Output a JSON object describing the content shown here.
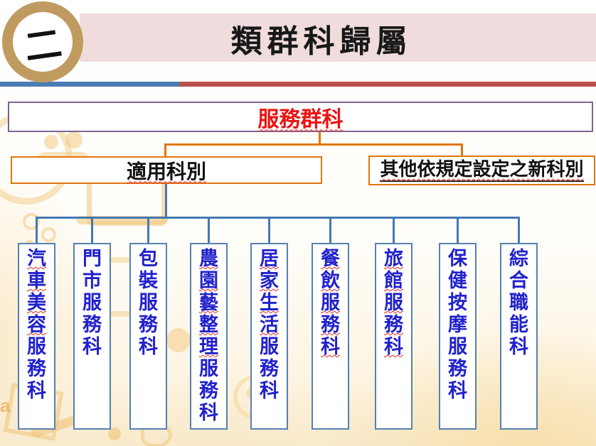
{
  "slide": {
    "badge": "二",
    "title": "類群科歸屬"
  },
  "org_chart": {
    "root_label": "服務群科",
    "branch_left_label": "適用科別",
    "branch_right_label": "其他依規定設定之新科別",
    "departments": [
      {
        "name": "汽車美容服務科",
        "misspell_marked_chars": 4
      },
      {
        "name": "門市服務科",
        "misspell_marked_chars": 0
      },
      {
        "name": "包裝服務科",
        "misspell_marked_chars": 0
      },
      {
        "name": "農園藝整理服務科",
        "misspell_marked_chars": 5
      },
      {
        "name": "居家生活服務科",
        "misspell_marked_chars": 4
      },
      {
        "name": "餐飲服務科",
        "misspell_marked_chars": 5
      },
      {
        "name": "旅館服務科",
        "misspell_marked_chars": 5
      },
      {
        "name": "保健按摩服務科",
        "misspell_marked_chars": 0
      },
      {
        "name": "綜合職能科",
        "misspell_marked_chars": 0
      }
    ]
  },
  "background": {
    "watermark_letter": "a"
  },
  "colors": {
    "banner_pink": "#F0DCDC",
    "badge_ring": "#C09B5F",
    "divider_blue": "#4A7CB5",
    "divider_red": "#B8504E",
    "root_border_purple": "#7D6496",
    "root_text_red": "#EE1111",
    "branch_border_orange": "#E2760A",
    "connector_orange": "#E2760A",
    "connector_blue": "#4479B2",
    "dept_border_blue": "#5581B0",
    "dept_text_blue": "#2121CC",
    "squiggle_red": "#E02A2A"
  }
}
